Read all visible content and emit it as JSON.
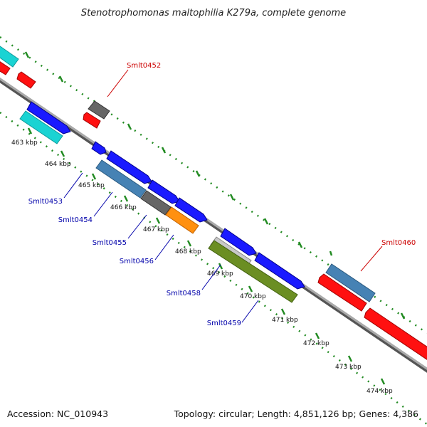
{
  "title": "Stenotrophomonas maltophilia K279a, complete genome",
  "accession_text": "Accession: NC_010943",
  "stats_text": "Topology: circular; Length: 4,851,126 bp; Genes: 4,386",
  "colors": {
    "backbone": "#7f7f7f",
    "ticks": "#228b22",
    "label_reverse": "#cc0000",
    "label_forward": "#0000aa",
    "cyan": "#1ad3d3",
    "red": "#ff1010",
    "blue": "#1a1aff",
    "steel": "#4682b4",
    "gray": "#666666",
    "orange": "#ff9010",
    "olive": "#6b8e23",
    "silver": "#c8c8c8"
  },
  "tick_labels": [
    "463 kbp",
    "464 kbp",
    "465 kbp",
    "466 kbp",
    "467 kbp",
    "468 kbp",
    "469 kbp",
    "470 kbp",
    "471 kbp",
    "472 kbp",
    "473 kbp",
    "474 kbp"
  ],
  "gene_labels": [
    {
      "text": "Smlt0452",
      "strand": "reverse"
    },
    {
      "text": "Smlt0453",
      "strand": "forward"
    },
    {
      "text": "Smlt0454",
      "strand": "forward"
    },
    {
      "text": "Smlt0455",
      "strand": "forward"
    },
    {
      "text": "Smlt0456",
      "strand": "forward"
    },
    {
      "text": "Smlt0458",
      "strand": "forward"
    },
    {
      "text": "Smlt0459",
      "strand": "forward"
    },
    {
      "text": "Smlt0460",
      "strand": "reverse"
    }
  ]
}
